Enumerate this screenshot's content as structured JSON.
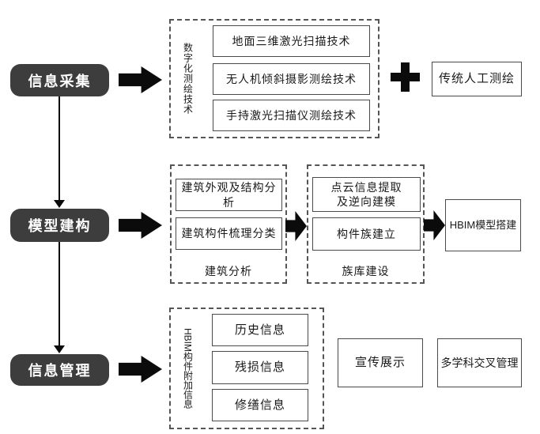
{
  "diagram": {
    "stages": [
      {
        "label": "信息采集"
      },
      {
        "label": "模型建构"
      },
      {
        "label": "信息管理"
      }
    ],
    "row1": {
      "group_label": "数字化测绘技术",
      "items": [
        "地面三维激光扫描技术",
        "无人机倾斜摄影测绘技术",
        "手持激光扫描仪测绘技术"
      ],
      "plus_symbol": "+",
      "side_box": "传统人工测绘"
    },
    "row2": {
      "building_analysis": {
        "items": [
          "建筑外观及结构分析",
          "建筑构件梳理分类"
        ],
        "caption": "建筑分析"
      },
      "family_library": {
        "items": [
          "点云信息提取\n及逆向建模",
          "构件族建立"
        ],
        "caption": "族库建设"
      },
      "result_box": "HBIM模型搭建"
    },
    "row3": {
      "group_label": "HBIM构件附加信息",
      "items": [
        "历史信息",
        "残损信息",
        "修缮信息"
      ],
      "side_boxes": [
        "宣传展示",
        "多学科交叉管理"
      ]
    }
  },
  "colors": {
    "stage_background": "#3d3d3d",
    "stage_text": "#ffffff",
    "arrow": "#0b0b0b",
    "box_border": "#4a4a4a",
    "dashed_border": "#555555",
    "background": "#ffffff"
  }
}
